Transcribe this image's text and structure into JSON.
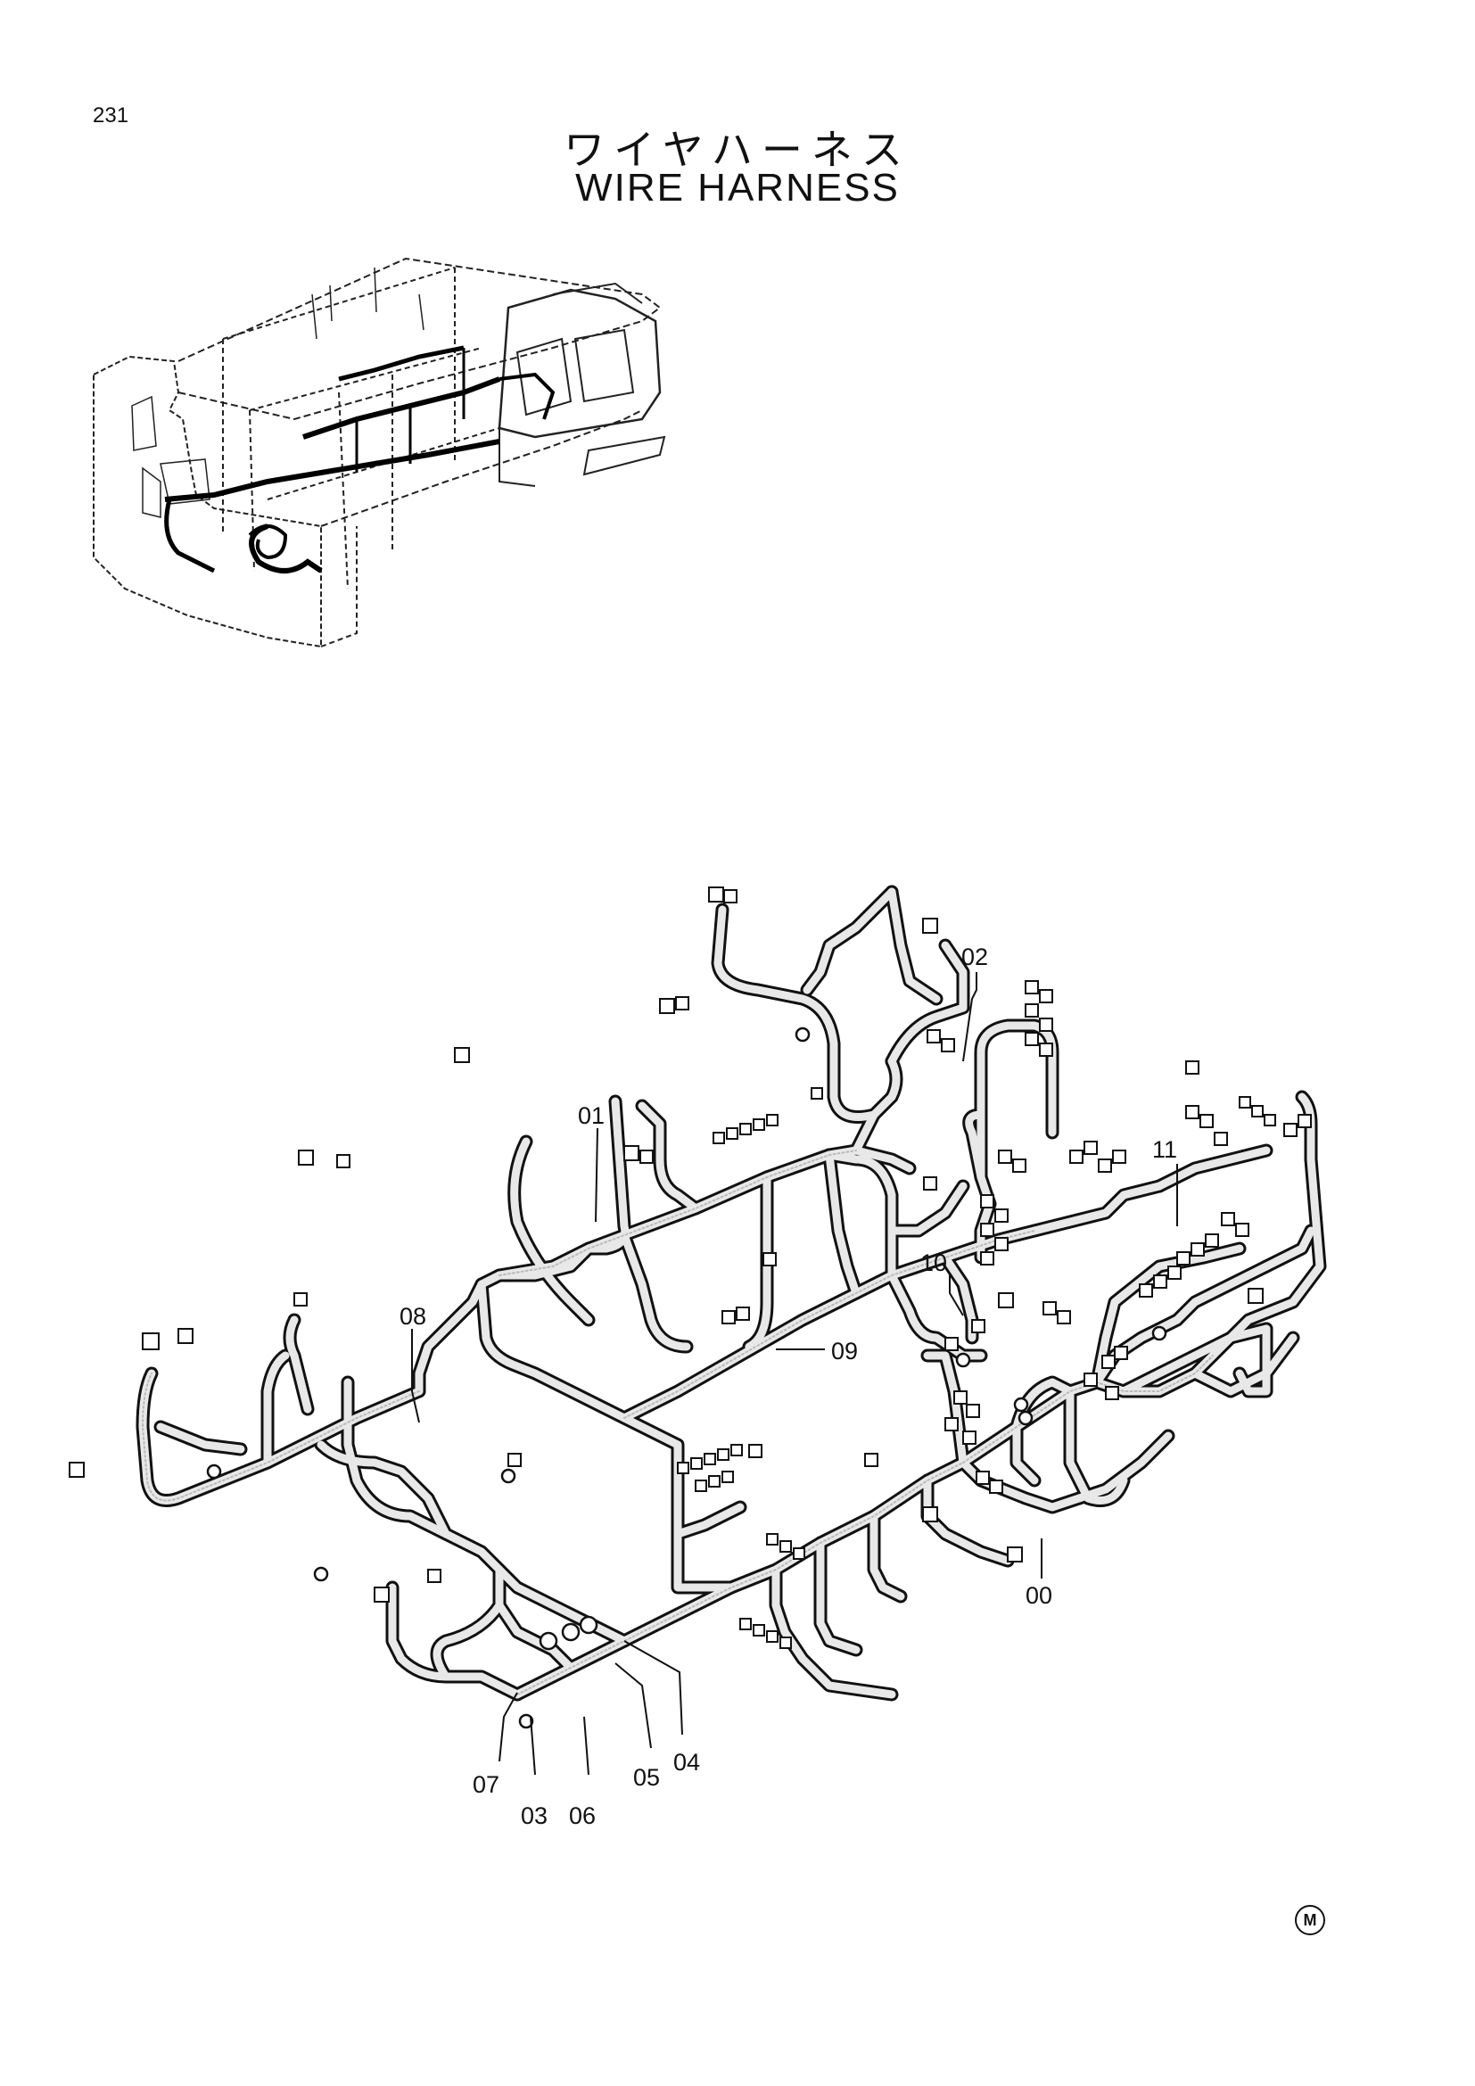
{
  "page_number": "231",
  "title_jp": "ワイヤハーネス",
  "title_en": "WIRE HARNESS",
  "callouts": {
    "c00": "00",
    "c01": "01",
    "c02": "02",
    "c03": "03",
    "c04": "04",
    "c05": "05",
    "c06": "06",
    "c07": "07",
    "c08": "08",
    "c09": "09",
    "c10": "10",
    "c11": "11"
  },
  "corner_mark": "M"
}
